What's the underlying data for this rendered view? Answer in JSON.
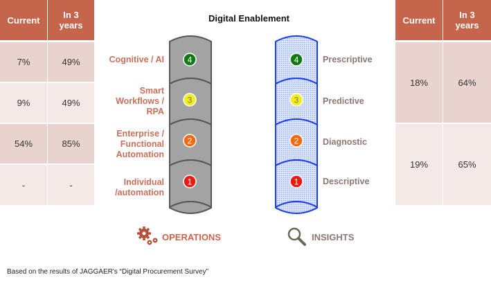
{
  "title": "Digital Enablement",
  "left_table": {
    "headers": [
      "Current",
      "In 3 years"
    ],
    "rows": [
      [
        "7%",
        "49%"
      ],
      [
        "9%",
        "49%"
      ],
      [
        "54%",
        "85%"
      ],
      [
        "-",
        "-"
      ]
    ]
  },
  "right_table": {
    "headers": [
      "Current",
      "In 3 years"
    ],
    "rows": [
      [
        "18%",
        "64%"
      ],
      [
        "19%",
        "65%"
      ]
    ]
  },
  "operations": {
    "label": "OPERATIONS",
    "levels": [
      "Cognitive / AI",
      "Smart Workflows / RPA",
      "Enterprise / Functional Automation",
      "Individual /automation"
    ]
  },
  "insights": {
    "label": "INSIGHTS",
    "levels": [
      "Prescriptive",
      "Predictive",
      "Diagnostic",
      "Descriptive"
    ]
  },
  "badges": [
    "4",
    "3",
    "2",
    "1"
  ],
  "badge_colors": [
    "#137a13",
    "#f2ee1a",
    "#f26a10",
    "#e81c10"
  ],
  "footnote": "Based on the results of JAGGAER's “Digital Procurement Survey”"
}
